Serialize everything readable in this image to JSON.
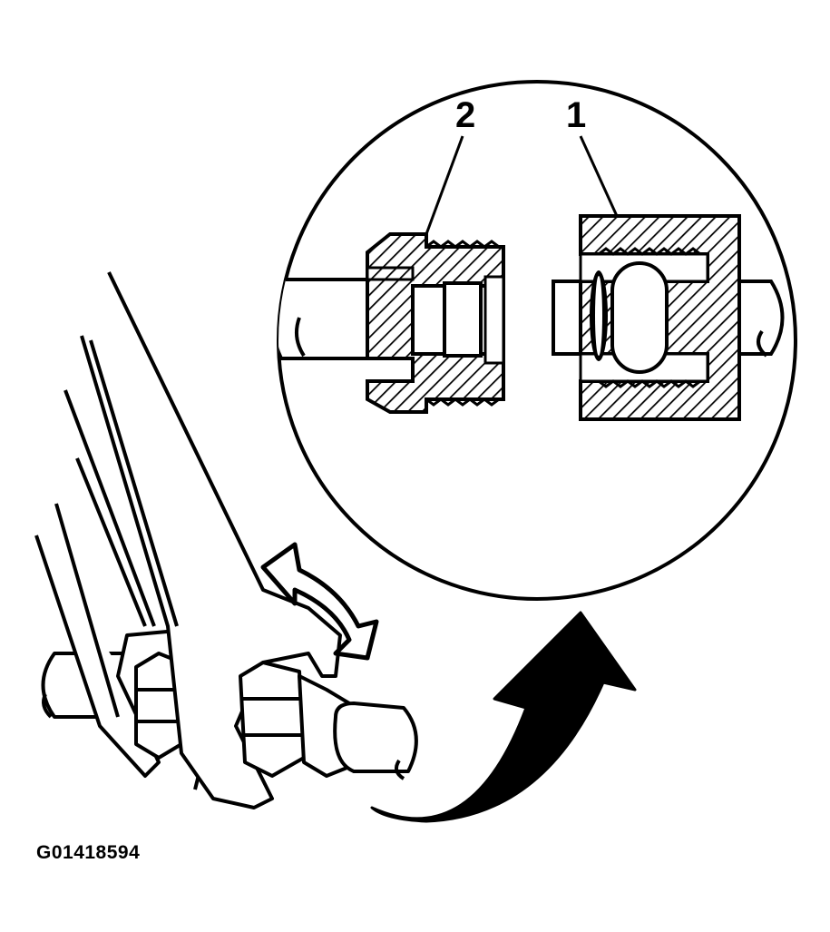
{
  "callouts": {
    "part_1": "1",
    "part_2": "2"
  },
  "figure_id": "G01418594",
  "colors": {
    "line": "#000000",
    "background": "#ffffff"
  }
}
